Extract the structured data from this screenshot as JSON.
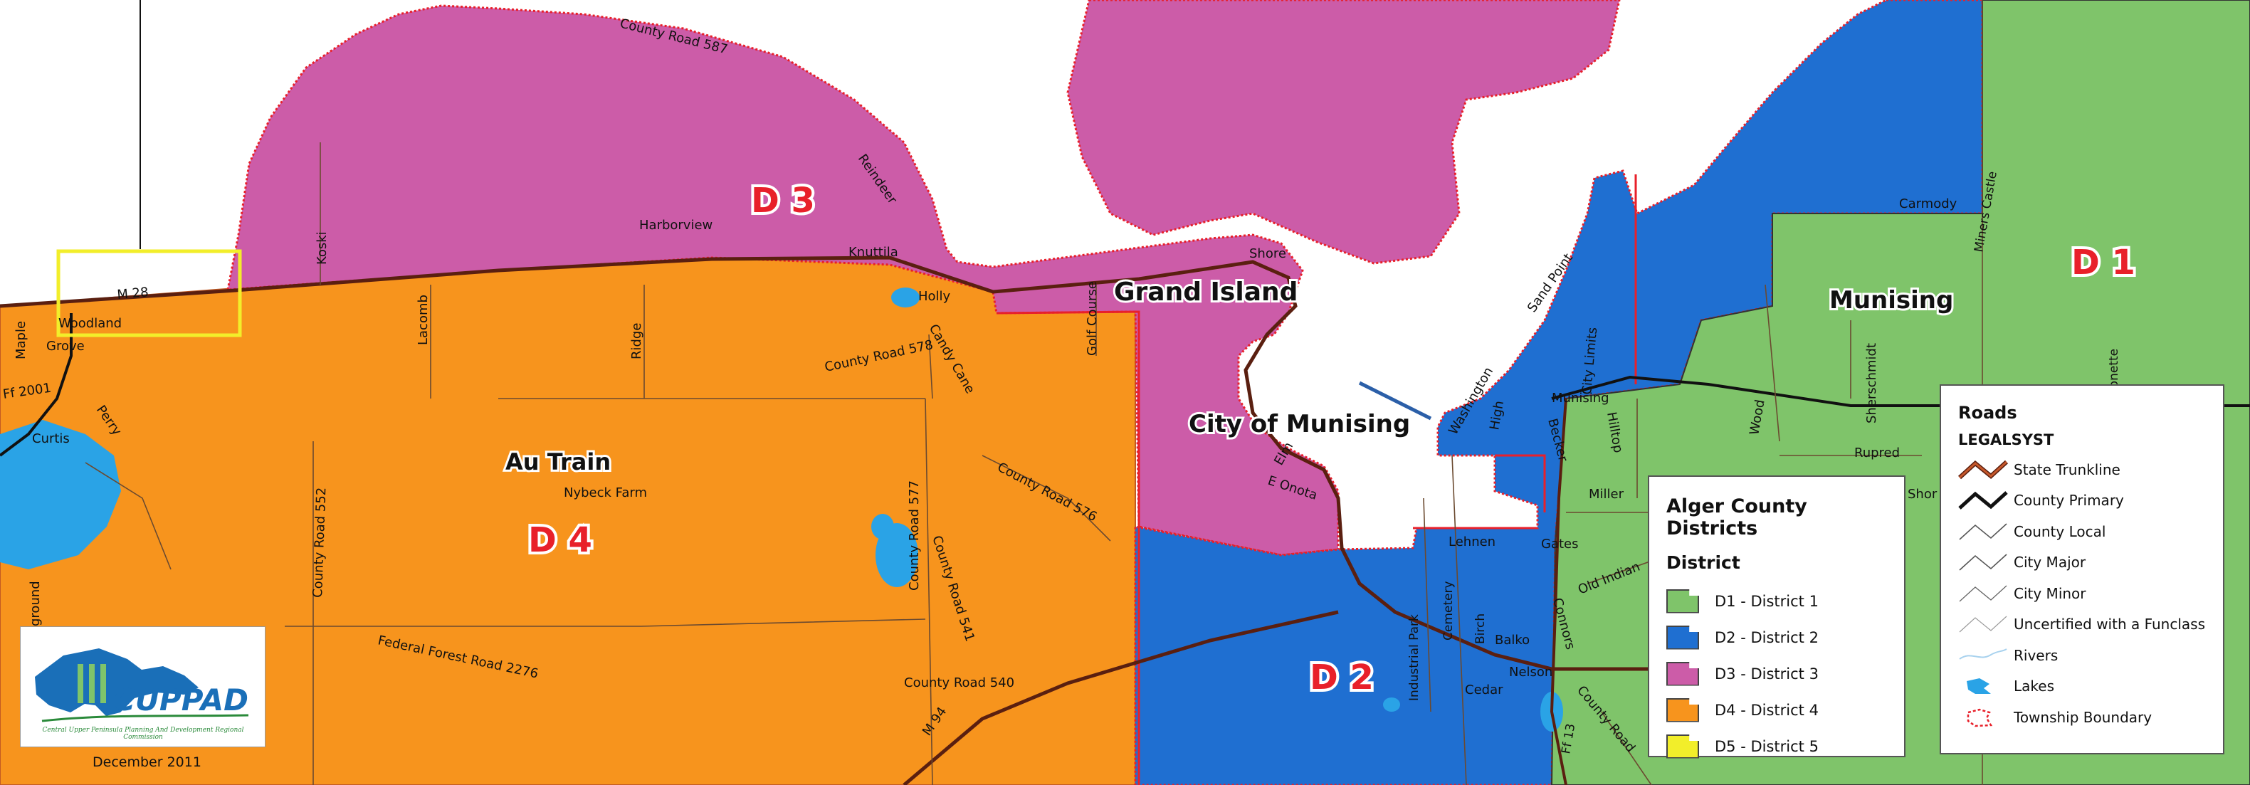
{
  "map_labels": {
    "places": {
      "au_train": "Au Train",
      "grand_island": "Grand Island",
      "city_of_munising": "City of Munising",
      "munising": "Munising"
    },
    "districts": {
      "d1": "D 1",
      "d2": "D 2",
      "d3": "D 3",
      "d4": "D 4"
    },
    "roads": {
      "county_road_587": "County Road 587",
      "reindeer": "Reindeer",
      "harborview": "Harborview",
      "knuttila": "Knuttila",
      "shore_top": "Shore",
      "holly": "Holly",
      "koski": "Koski",
      "lacomb": "Lacomb",
      "ridge": "Ridge",
      "golf_course": "Golf Course",
      "candy_cane": "Candy Cane",
      "county_road_578": "County Road 578",
      "m28": "M 28",
      "woodland": "Woodland",
      "grove": "Grove",
      "maple": "Maple",
      "ff2001": "Ff 2001",
      "curtis": "Curtis",
      "perry": "Perry",
      "nybeck_farm": "Nybeck Farm",
      "county_road_552": "County Road 552",
      "county_road_577": "County Road 577",
      "county_road_541": "County Road 541",
      "county_road_576": "County Road 576",
      "federal_forest_road_2276": "Federal Forest Road 2276",
      "county_road_540": "County Road 540",
      "m94": "M 94",
      "ground": "ground",
      "sand_point": "Sand Point",
      "washington": "Washington",
      "high": "High",
      "becker": "Becker",
      "city_limits": "City Limits",
      "munising_road": "Munising",
      "hilltop": "Hilltop",
      "elm": "Elm",
      "e_onota": "E Onota",
      "miller": "Miller",
      "lehnen": "Lehnen",
      "gates": "Gates",
      "old_indian": "Old Indian",
      "industrial_park": "Industrial Park",
      "cemetery": "Cemetery",
      "birch": "Birch",
      "balko": "Balko",
      "nelson": "Nelson",
      "cedar": "Cedar",
      "connors": "Connors",
      "county_road_bottom": "County Road",
      "ff13": "Ff 13",
      "wood": "Wood",
      "sherschmidt": "Sherschmidt",
      "rupred": "Rupred",
      "carmody": "Carmody",
      "miners_castle": "Miners Castle",
      "monette": "Monette",
      "shor": "Shor"
    }
  },
  "district_legend": {
    "title": "Alger County Districts",
    "subtitle": "District",
    "items": [
      {
        "label": "D1 - District 1",
        "color": "#7fc46a"
      },
      {
        "label": "D2 - District 2",
        "color": "#1f6fd1"
      },
      {
        "label": "D3 - District 3",
        "color": "#cc5ca8"
      },
      {
        "label": "D4 - District 4",
        "color": "#f7941d"
      },
      {
        "label": "D5 - District 5",
        "color": "#f2ee2a"
      }
    ]
  },
  "roads_legend": {
    "title": "Roads",
    "subtitle": "LEGALSYST",
    "items": [
      {
        "label": "State Trunkline",
        "color": "#c6582b"
      },
      {
        "label": "County Primary",
        "color": "#111111"
      },
      {
        "label": "County Local",
        "color": "#555555"
      },
      {
        "label": "City Major",
        "color": "#555555"
      },
      {
        "label": "City Minor",
        "color": "#666666"
      },
      {
        "label": "Uncertified with a Funclass",
        "color": "#9a9a9a"
      },
      {
        "label": "Rivers",
        "color": "#a8d2ee"
      },
      {
        "label": "Lakes",
        "color": "#2aa3e6"
      },
      {
        "label": "Township Boundary",
        "color": "#e8202a"
      }
    ]
  },
  "logo": {
    "name": "CUPPAD",
    "tagline": "Central Upper Peninsula Planning And Development Regional Commission"
  },
  "date": "December 2011",
  "colors": {
    "d1": "#7fc46a",
    "d2": "#1f6fd1",
    "d3": "#cc5ca8",
    "d4": "#f7941d",
    "d5": "#f2ee2a",
    "lake": "#2aa3e6",
    "water": "#ffffff",
    "trunkline": "#c6582b",
    "boundary": "#e8202a"
  }
}
